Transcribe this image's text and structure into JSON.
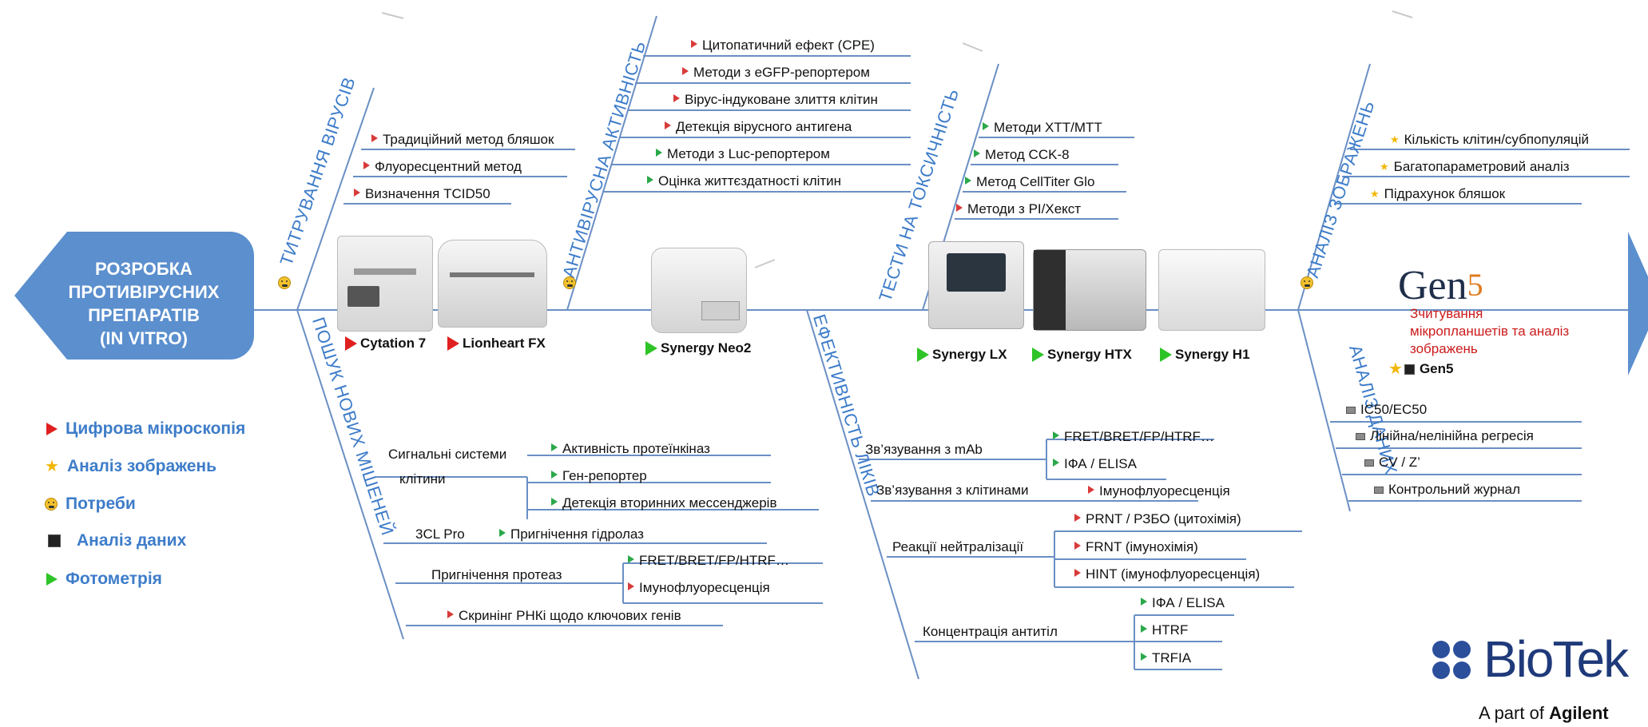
{
  "title": "РОЗРОБКА ПРОТИВІРУСНИХ ПРЕПАРАТІВ (IN VITRO)",
  "title_lines": [
    "РОЗРОБКА",
    "ПРОТИВІРУСНИХ",
    "ПРЕПАРАТІВ",
    "(IN VITRO)"
  ],
  "colors": {
    "accent": "#5b8fce",
    "category": "#3d7cc9",
    "red_flag": "#d93a3a",
    "green_flag": "#2aa84a",
    "star": "#f2b705",
    "note": "#cc1b1b"
  },
  "categories": {
    "titration": "ТИТРУВАННЯ ВІРУСІВ",
    "antiviral": "АНТИВІРУСНА АКТИВНІСТЬ",
    "toxicity": "ТЕСТИ НА ТОКСИЧНІСТЬ",
    "image_analysis": "АНАЛІЗ ЗОБРАЖЕНЬ",
    "targets": "ПОШУК НОВИХ МІШЕНЕЙ",
    "efficacy": "ЕФЕКТИВНІСТЬ ЛІКІВ",
    "data_analysis": "АНАЛІЗ ДАНИХ"
  },
  "titration_items": [
    "Традиційний метод бляшок",
    "Флуоресцентний метод",
    "Визначення TCID50"
  ],
  "antiviral_items": [
    "Цитопатичний ефект (CPE)",
    "Методи з eGFP-репортером",
    "Вірус-індуковане злиття клітин",
    "Детекція вірусного антигена",
    "Методи з Luc-репортером",
    "Оцінка життєздатності клітин"
  ],
  "toxicity_items": [
    "Методи XTT/MTT",
    "Метод CCK-8",
    "Метод CellTiter Glo",
    "Методи з PI/Хекст"
  ],
  "image_items": [
    "Кількість клітин/субпопуляцій",
    "Багатопараметровий аналіз",
    "Підрахунок бляшок"
  ],
  "data_items": [
    "IC50/EC50",
    "Лінійна/нелінійна регресія",
    "CV / Z’",
    "Контрольний журнал"
  ],
  "targets": {
    "signal_label_1": "Сигнальні системи",
    "signal_label_2": "клітини",
    "signal_items": [
      "Активність протеїнкіназ",
      "Ген-репортер",
      "Детекція вторинних мессенджерів"
    ],
    "cl3_label": "3CL Pro",
    "cl3_item": "Пригнічення гідролаз",
    "protease_label": "Пригнічення протеаз",
    "protease_items": [
      "FRET/BRET/FP/HTRF…",
      "Імунофлуоресценція"
    ],
    "rnai_item": "Скринінг РНКі щодо ключових генів"
  },
  "efficacy": {
    "mab_label": "Зв’язування з mAb",
    "mab_items": [
      "FRET/BRET/FP/HTRF…",
      "ІФА / ELISA"
    ],
    "cells_label": "Зв’язування з клітинами",
    "cells_item": "Імунофлуоресценція",
    "neutral_label": "Реакції нейтралізації",
    "neutral_items": [
      "PRNT / РЗБО (цитохімія)",
      "FRNT (імунохімія)",
      "HINT (імунофлуоресценція)"
    ],
    "antibody_label": "Концентрація антитіл",
    "antibody_items": [
      "ІФА / ELISA",
      "HTRF",
      "TRFIA"
    ]
  },
  "devices": {
    "cytation": "Cytation 7",
    "lionheart": "Lionheart FX",
    "neo2": "Synergy Neo2",
    "lx": "Synergy LX",
    "htx": "Synergy HTX",
    "h1": "Synergy H1",
    "gen5": "Gen5"
  },
  "gen5_logo": "Gen",
  "gen5_logo_num": "5",
  "gen5_note": "Зчитування мікропланшетів та аналіз зображень",
  "legend": [
    "Цифрова мікроскопія",
    "Аналіз зображень",
    "Потреби",
    "Аналіз даних",
    "Фотометрія"
  ],
  "logo": {
    "name": "BioTek",
    "tagline_pre": "A part of ",
    "tagline_brand": "Agilent"
  }
}
